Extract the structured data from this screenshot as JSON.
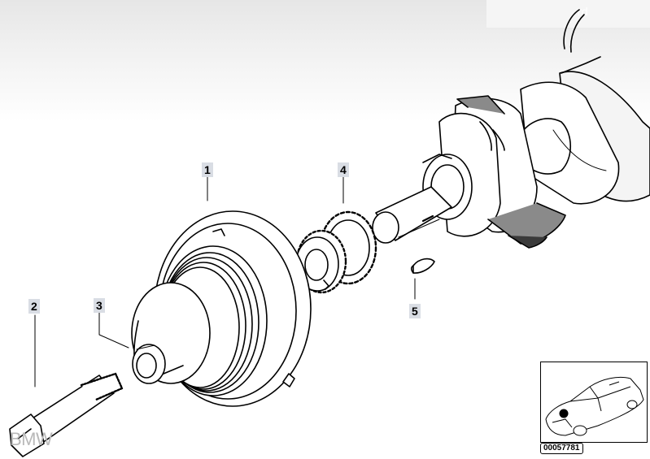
{
  "callouts": {
    "c1": "1",
    "c2": "2",
    "c3": "3",
    "c4": "4",
    "c5": "5"
  },
  "corner_mark": "rd",
  "watermark": "BMW",
  "reference_number": "00057781",
  "colors": {
    "line": "#000000",
    "callout_bg": "#d9dde4",
    "dark_shade": "#3a3a3a",
    "mid_shade": "#8a8a8a"
  }
}
